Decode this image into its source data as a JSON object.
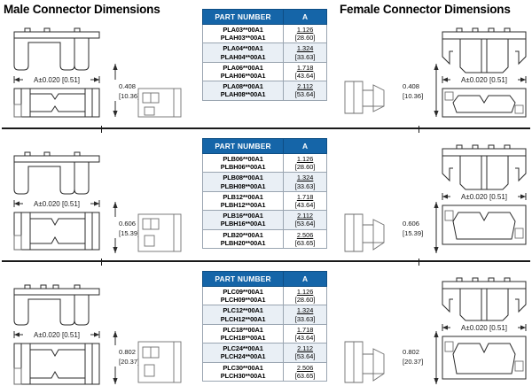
{
  "headings": {
    "male": "Male Connector Dimensions",
    "female": "Female Connector Dimensions"
  },
  "table_header": {
    "part_number": "PART NUMBER",
    "a": "A"
  },
  "dimension_labels": {
    "width_callout": "A±0.020 [0.51]",
    "row1_height_inch": "0.408",
    "row1_height_mm": "[10.36]",
    "row2_height_inch": "0.606",
    "row2_height_mm": "[15.39]",
    "row3_height_inch": "0.802",
    "row3_height_mm": "[20.37]"
  },
  "colors": {
    "header_blue": "#1565a8",
    "header_border": "#0e4e84",
    "row_alt": "#e9eff5",
    "grid": "#9aa5b1",
    "line": "#2b2b2b"
  },
  "sections": [
    {
      "id": "section-a",
      "height_inch": "0.408",
      "height_mm": "[10.36]",
      "width_callout": "A±0.020 [0.51]",
      "rows": [
        {
          "pn1": "PLA03**00A1",
          "pn2": "PLAH03**00A1",
          "a_inch": "1.126",
          "a_mm": "[28.60]"
        },
        {
          "pn1": "PLA04**00A1",
          "pn2": "PLAH04**00A1",
          "a_inch": "1.324",
          "a_mm": "[33.63]"
        },
        {
          "pn1": "PLA06**00A1",
          "pn2": "PLAH06**00A1",
          "a_inch": "1.718",
          "a_mm": "[43.64]"
        },
        {
          "pn1": "PLA08**00A1",
          "pn2": "PLAH08**00A1",
          "a_inch": "2.112",
          "a_mm": "[53.64]"
        }
      ]
    },
    {
      "id": "section-b",
      "height_inch": "0.606",
      "height_mm": "[15.39]",
      "width_callout": "A±0.020 [0.51]",
      "rows": [
        {
          "pn1": "PLB06**00A1",
          "pn2": "PLBH06**00A1",
          "a_inch": "1.126",
          "a_mm": "[28.60]"
        },
        {
          "pn1": "PLB08**00A1",
          "pn2": "PLBH08**00A1",
          "a_inch": "1.324",
          "a_mm": "[33.63]"
        },
        {
          "pn1": "PLB12**00A1",
          "pn2": "PLBH12**00A1",
          "a_inch": "1.718",
          "a_mm": "[43.64]"
        },
        {
          "pn1": "PLB16**00A1",
          "pn2": "PLBH16**00A1",
          "a_inch": "2.112",
          "a_mm": "[53.64]"
        },
        {
          "pn1": "PLB20**00A1",
          "pn2": "PLBH20**00A1",
          "a_inch": "2.506",
          "a_mm": "[63.65]"
        }
      ]
    },
    {
      "id": "section-c",
      "height_inch": "0.802",
      "height_mm": "[20.37]",
      "width_callout": "A±0.020 [0.51]",
      "rows": [
        {
          "pn1": "PLC09**00A1",
          "pn2": "PLCH09**00A1",
          "a_inch": "1.126",
          "a_mm": "[28.60]"
        },
        {
          "pn1": "PLC12**00A1",
          "pn2": "PLCH12**00A1",
          "a_inch": "1.324",
          "a_mm": "[33.63]"
        },
        {
          "pn1": "PLC18**00A1",
          "pn2": "PLCH18**00A1",
          "a_inch": "1.718",
          "a_mm": "[43.64]"
        },
        {
          "pn1": "PLC24**00A1",
          "pn2": "PLCH24**00A1",
          "a_inch": "2.112",
          "a_mm": "[53.64]"
        },
        {
          "pn1": "PLC30**00A1",
          "pn2": "PLCH30**00A1",
          "a_inch": "2.506",
          "a_mm": "[63.65]"
        }
      ]
    }
  ]
}
